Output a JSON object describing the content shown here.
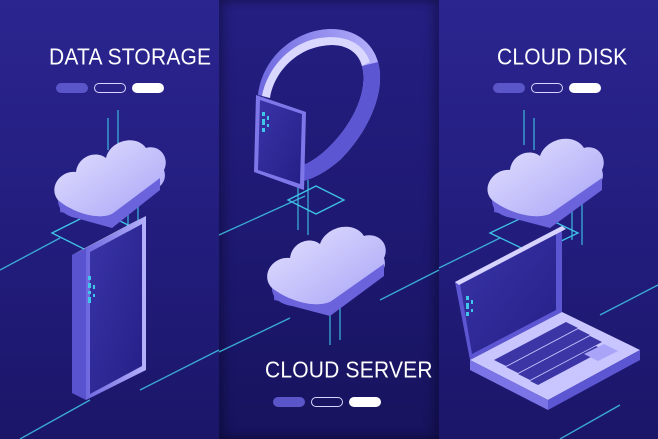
{
  "panels": {
    "left": {
      "title": "DATA STORAGE",
      "indicator": [
        "filled",
        "outline",
        "white"
      ]
    },
    "middle": {
      "title": "CLOUD SERVER",
      "indicator": [
        "filled",
        "outline",
        "white"
      ]
    },
    "right": {
      "title": "CLOUD DISK",
      "indicator": [
        "filled",
        "outline",
        "white"
      ]
    }
  },
  "colors": {
    "background": "#211c7a",
    "accent_line": "#3fc6e8",
    "device_light": "#c9c6ff",
    "device_mid": "#8d88f0",
    "device_dark": "#4b45b8",
    "indicator_filled": "#5a55c8"
  }
}
